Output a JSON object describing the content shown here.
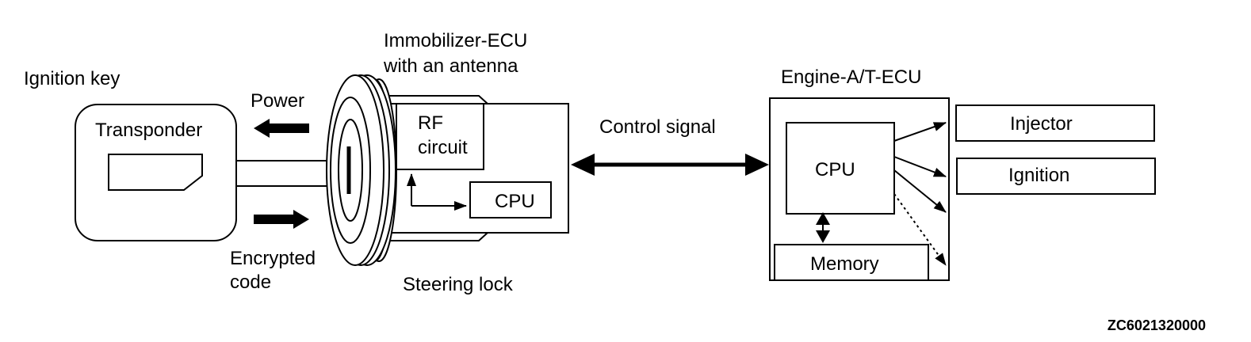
{
  "labels": {
    "ignition_key": "Ignition key",
    "transponder": "Transponder",
    "power": "Power",
    "encrypted_code_line1": "Encrypted",
    "encrypted_code_line2": "code",
    "immobilizer_line1": "Immobilizer-ECU",
    "immobilizer_line2": "with an antenna",
    "rf_circuit_line1": "RF",
    "rf_circuit_line2": "circuit",
    "immobilizer_cpu": "CPU",
    "steering_lock": "Steering lock",
    "control_signal": "Control signal",
    "engine_ecu": "Engine-A/T-ECU",
    "engine_cpu": "CPU",
    "memory": "Memory",
    "injector": "Injector",
    "ignition": "Ignition"
  },
  "figure_code": "ZC6021320000"
}
